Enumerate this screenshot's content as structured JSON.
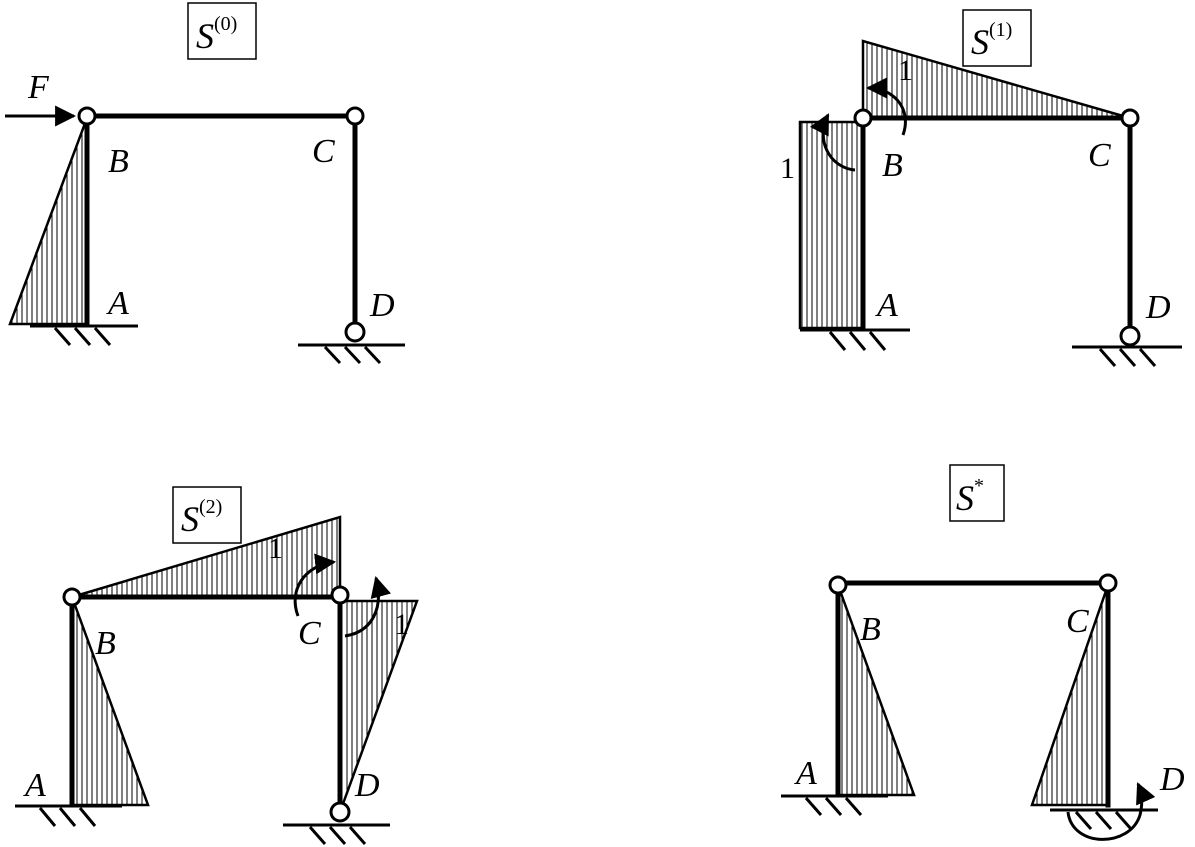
{
  "panels": [
    {
      "title_base": "S",
      "title_sup": "(0)",
      "force_label": "F",
      "labels": {
        "A": "A",
        "B": "B",
        "C": "C",
        "D": "D"
      }
    },
    {
      "title_base": "S",
      "title_sup": "(1)",
      "labels": {
        "A": "A",
        "B": "B",
        "C": "C",
        "D": "D"
      },
      "values": {
        "beam": "1",
        "column": "1"
      }
    },
    {
      "title_base": "S",
      "title_sup": "(2)",
      "labels": {
        "A": "A",
        "B": "B",
        "C": "C",
        "D": "D"
      },
      "values": {
        "beam": "1",
        "column": "1"
      }
    },
    {
      "title_base": "S",
      "title_sup": "*",
      "labels": {
        "A": "A",
        "B": "B",
        "C": "C",
        "D": "D"
      }
    }
  ]
}
